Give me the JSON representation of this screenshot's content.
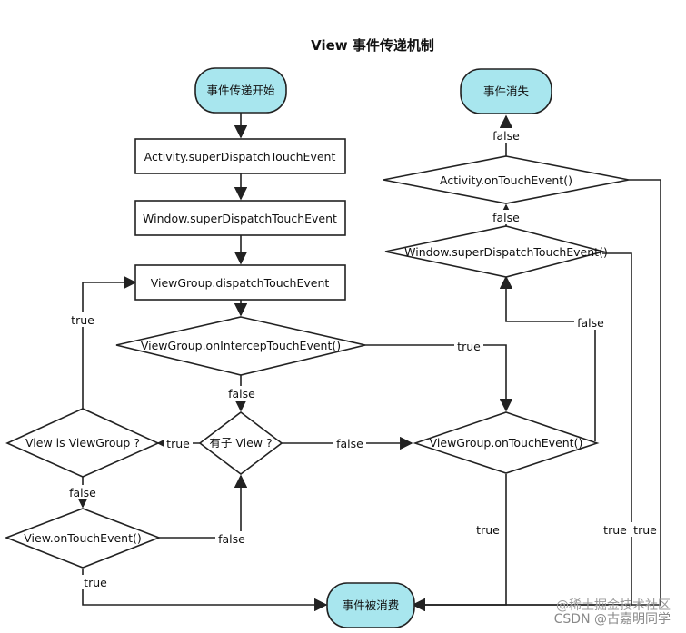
{
  "title": "View 事件传递机制",
  "nodes": {
    "start": "事件传递开始",
    "activity_dispatch": "Activity.superDispatchTouchEvent",
    "window_dispatch": "Window.superDispatchTouchEvent",
    "viewgroup_dispatch": "ViewGroup.dispatchTouchEvent",
    "intercept": "ViewGroup.onIntercepTouchEvent()",
    "has_child": "有子 View ?",
    "is_viewgroup": "View is ViewGroup ?",
    "view_ontouch": "View.onTouchEvent()",
    "viewgroup_ontouch": "ViewGroup.onTouchEvent()",
    "window_ontouch": "Window.superDispatchTouchEvent()",
    "activity_ontouch": "Activity.onTouchEvent()",
    "event_lost": "事件消失",
    "consumed": "事件被消费"
  },
  "edge_labels": {
    "true": "true",
    "false": "false"
  },
  "colors": {
    "terminal_fill": "#a8e6ee",
    "stroke": "#222222",
    "background": "#ffffff"
  },
  "watermark": {
    "line1": "@稀土掘金技术社区",
    "line2": "CSDN @古嘉明同学"
  }
}
